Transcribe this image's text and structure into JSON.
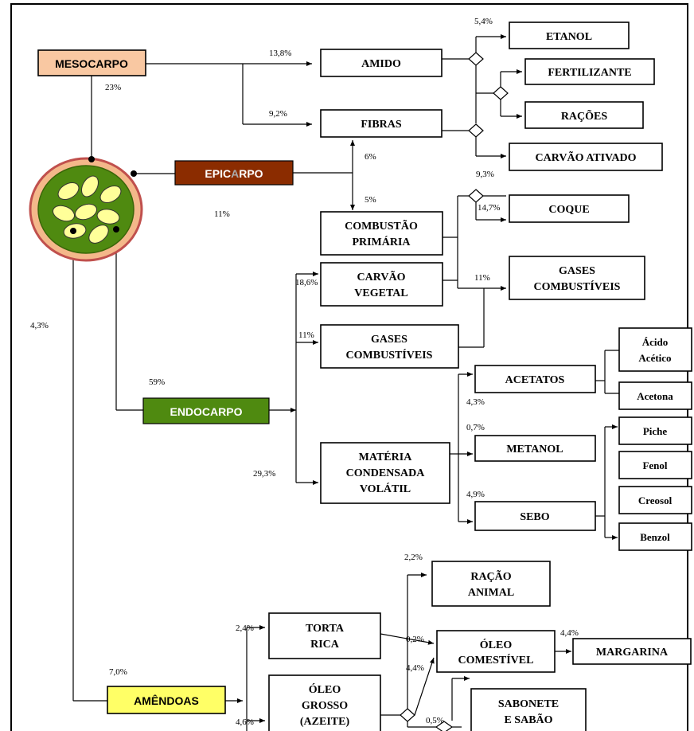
{
  "sources": {
    "mesocarpo": {
      "label": "MESOCARPO",
      "pct": "23%",
      "color": "#f9c8a2"
    },
    "epicarpo": {
      "label_a": "EPIC",
      "label_b": "A",
      "label_c": "RPO",
      "pct": "11%",
      "color": "#8b2c00"
    },
    "endocarpo": {
      "label": "ENDOCARPO",
      "pct": "59%",
      "color": "#4f8a10"
    },
    "amendoas": {
      "label": "AMÊNDOAS",
      "pct": "7,0%",
      "color": "#ffff66"
    },
    "side_pct": "4,3%"
  },
  "nodes": {
    "amido": "AMIDO",
    "fibras": "FIBRAS",
    "etanol": "ETANOL",
    "fertilizante": "FERTILIZANTE",
    "racoes": "RAÇÕES",
    "carvao_ativado": "CARVÃO ATIVADO",
    "combustao_1": "COMBUSTÃO",
    "combustao_2": "PRIMÁRIA",
    "coque": "COQUE",
    "carvao_vegetal_1": "CARVÃO",
    "carvao_vegetal_2": "VEGETAL",
    "gases_right_1": "GASES",
    "gases_right_2": "COMBUSTÍVEIS",
    "gases_mid_1": "GASES",
    "gases_mid_2": "COMBUSTÍVEIS",
    "acetatos": "ACETATOS",
    "acido_1": "Ácido",
    "acido_2": "Acético",
    "acetona": "Acetona",
    "materia_1": "MATÉRIA",
    "materia_2": "CONDENSADA",
    "materia_3": "VOLÁTIL",
    "metanol": "METANOL",
    "sebo": "SEBO",
    "piche": "Piche",
    "fenol": "Fenol",
    "creosol": "Creosol",
    "benzol": "Benzol",
    "racao_animal_1": "RAÇÃO",
    "racao_animal_2": "ANIMAL",
    "torta_1": "TORTA",
    "torta_2": "RICA",
    "oleo_com_1": "ÓLEO",
    "oleo_com_2": "COMESTÍVEL",
    "margarina": "MARGARINA",
    "oleo_grosso_1": "ÓLEO",
    "oleo_grosso_2": "GROSSO",
    "oleo_grosso_3": "(AZEITE)",
    "sabonete_1": "SABONETE",
    "sabonete_2": "E SABÃO"
  },
  "percentages": {
    "amido": "13,8%",
    "fibras": "9,2%",
    "etanol": "5,4%",
    "epi_up": "6%",
    "epi_down": "5%",
    "coque_top": "9,3%",
    "coque": "14,7%",
    "carvao_vegetal": "18,6%",
    "gases_right": "11%",
    "gases_mid": "11%",
    "acetatos": "4,3%",
    "metanol": "0,7%",
    "materia": "29,3%",
    "sebo": "4,9%",
    "racao_animal": "2,2%",
    "torta": "2,4%",
    "oleo_com": "0,2%",
    "oleo_com_b": "4,4%",
    "margarina": "4,4%",
    "oleo_grosso": "4,6%",
    "sabonete": "0,5%"
  }
}
